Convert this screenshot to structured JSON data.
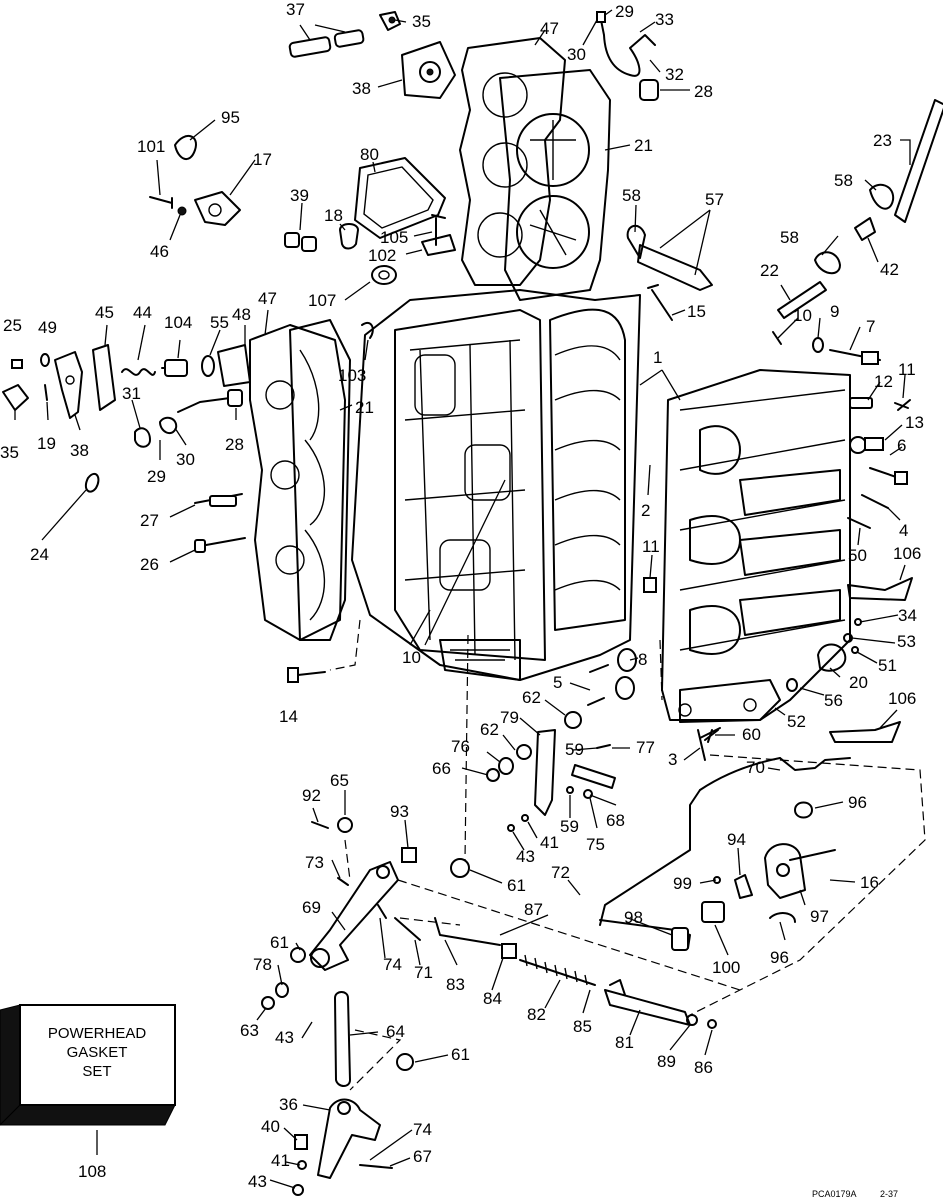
{
  "callouts": [
    {
      "id": "c37",
      "text": "37"
    },
    {
      "id": "c35a",
      "text": "35"
    },
    {
      "id": "c47a",
      "text": "47"
    },
    {
      "id": "c29a",
      "text": "29"
    },
    {
      "id": "c33",
      "text": "33"
    },
    {
      "id": "c30a",
      "text": "30"
    },
    {
      "id": "c32",
      "text": "32"
    },
    {
      "id": "c38a",
      "text": "38"
    },
    {
      "id": "c28a",
      "text": "28"
    },
    {
      "id": "c95",
      "text": "95"
    },
    {
      "id": "c101",
      "text": "101"
    },
    {
      "id": "c17",
      "text": "17"
    },
    {
      "id": "c80",
      "text": "80"
    },
    {
      "id": "c21a",
      "text": "21"
    },
    {
      "id": "c23",
      "text": "23"
    },
    {
      "id": "c46",
      "text": "46"
    },
    {
      "id": "c39",
      "text": "39"
    },
    {
      "id": "c18",
      "text": "18"
    },
    {
      "id": "c105",
      "text": "105"
    },
    {
      "id": "c102",
      "text": "102"
    },
    {
      "id": "c58a",
      "text": "58"
    },
    {
      "id": "c57",
      "text": "57"
    },
    {
      "id": "c58b",
      "text": "58"
    },
    {
      "id": "c58c",
      "text": "58"
    },
    {
      "id": "c42",
      "text": "42"
    },
    {
      "id": "c107",
      "text": "107"
    },
    {
      "id": "c22",
      "text": "22"
    },
    {
      "id": "c15",
      "text": "15"
    },
    {
      "id": "c25",
      "text": "25"
    },
    {
      "id": "c49",
      "text": "49"
    },
    {
      "id": "c45",
      "text": "45"
    },
    {
      "id": "c44",
      "text": "44"
    },
    {
      "id": "c104",
      "text": "104"
    },
    {
      "id": "c55",
      "text": "55"
    },
    {
      "id": "c48",
      "text": "48"
    },
    {
      "id": "c47b",
      "text": "47"
    },
    {
      "id": "c103",
      "text": "103"
    },
    {
      "id": "c10a",
      "text": "10"
    },
    {
      "id": "c9",
      "text": "9"
    },
    {
      "id": "c7",
      "text": "7"
    },
    {
      "id": "c1",
      "text": "1"
    },
    {
      "id": "c11a",
      "text": "11"
    },
    {
      "id": "c12",
      "text": "12"
    },
    {
      "id": "c13",
      "text": "13"
    },
    {
      "id": "c35b",
      "text": "35"
    },
    {
      "id": "c19",
      "text": "19"
    },
    {
      "id": "c38b",
      "text": "38"
    },
    {
      "id": "c31",
      "text": "31"
    },
    {
      "id": "c21b",
      "text": "21"
    },
    {
      "id": "c28b",
      "text": "28"
    },
    {
      "id": "c29b",
      "text": "29"
    },
    {
      "id": "c30b",
      "text": "30"
    },
    {
      "id": "c6",
      "text": "6"
    },
    {
      "id": "c2",
      "text": "2"
    },
    {
      "id": "c27",
      "text": "27"
    },
    {
      "id": "c4",
      "text": "4"
    },
    {
      "id": "c24",
      "text": "24"
    },
    {
      "id": "c50",
      "text": "50"
    },
    {
      "id": "c106a",
      "text": "106"
    },
    {
      "id": "c26",
      "text": "26"
    },
    {
      "id": "c11b",
      "text": "11"
    },
    {
      "id": "c34",
      "text": "34"
    },
    {
      "id": "c53",
      "text": "53"
    },
    {
      "id": "c10b",
      "text": "10"
    },
    {
      "id": "c51",
      "text": "51"
    },
    {
      "id": "c8",
      "text": "8"
    },
    {
      "id": "c20",
      "text": "20"
    },
    {
      "id": "c5",
      "text": "5"
    },
    {
      "id": "c56",
      "text": "56"
    },
    {
      "id": "c14",
      "text": "14"
    },
    {
      "id": "c62a",
      "text": "62"
    },
    {
      "id": "c52",
      "text": "52"
    },
    {
      "id": "c106b",
      "text": "106"
    },
    {
      "id": "c79",
      "text": "79"
    },
    {
      "id": "c62b",
      "text": "62"
    },
    {
      "id": "c60",
      "text": "60"
    },
    {
      "id": "c76",
      "text": "76"
    },
    {
      "id": "c59a",
      "text": "59"
    },
    {
      "id": "c77",
      "text": "77"
    },
    {
      "id": "c3",
      "text": "3"
    },
    {
      "id": "c66",
      "text": "66"
    },
    {
      "id": "c70",
      "text": "70"
    },
    {
      "id": "c65",
      "text": "65"
    },
    {
      "id": "c92",
      "text": "92"
    },
    {
      "id": "c96a",
      "text": "96"
    },
    {
      "id": "c59b",
      "text": "59"
    },
    {
      "id": "c68",
      "text": "68"
    },
    {
      "id": "c41a",
      "text": "41"
    },
    {
      "id": "c93",
      "text": "93"
    },
    {
      "id": "c43a",
      "text": "43"
    },
    {
      "id": "c75",
      "text": "75"
    },
    {
      "id": "c94",
      "text": "94"
    },
    {
      "id": "c73",
      "text": "73"
    },
    {
      "id": "c72",
      "text": "72"
    },
    {
      "id": "c61a",
      "text": "61"
    },
    {
      "id": "c99",
      "text": "99"
    },
    {
      "id": "c16",
      "text": "16"
    },
    {
      "id": "c69",
      "text": "69"
    },
    {
      "id": "c87",
      "text": "87"
    },
    {
      "id": "c97",
      "text": "97"
    },
    {
      "id": "c98",
      "text": "98"
    },
    {
      "id": "c61b",
      "text": "61"
    },
    {
      "id": "c74a",
      "text": "74"
    },
    {
      "id": "c78",
      "text": "78"
    },
    {
      "id": "c71",
      "text": "71"
    },
    {
      "id": "c83",
      "text": "83"
    },
    {
      "id": "c84",
      "text": "84"
    },
    {
      "id": "c100",
      "text": "100"
    },
    {
      "id": "c96b",
      "text": "96"
    },
    {
      "id": "c82",
      "text": "82"
    },
    {
      "id": "c63",
      "text": "63"
    },
    {
      "id": "c43b",
      "text": "43"
    },
    {
      "id": "c64",
      "text": "64"
    },
    {
      "id": "c85",
      "text": "85"
    },
    {
      "id": "c81",
      "text": "81"
    },
    {
      "id": "c89",
      "text": "89"
    },
    {
      "id": "c86",
      "text": "86"
    },
    {
      "id": "c61c",
      "text": "61"
    },
    {
      "id": "c36",
      "text": "36"
    },
    {
      "id": "c74b",
      "text": "74"
    },
    {
      "id": "c40",
      "text": "40"
    },
    {
      "id": "c67",
      "text": "67"
    },
    {
      "id": "c41b",
      "text": "41"
    },
    {
      "id": "c43c",
      "text": "43"
    },
    {
      "id": "c108",
      "text": "108"
    }
  ],
  "gasket_box": {
    "line1": "POWERHEAD",
    "line2": "GASKET",
    "line3": "SET"
  },
  "footer": {
    "code": "PCA0179A",
    "page": "2-37"
  }
}
